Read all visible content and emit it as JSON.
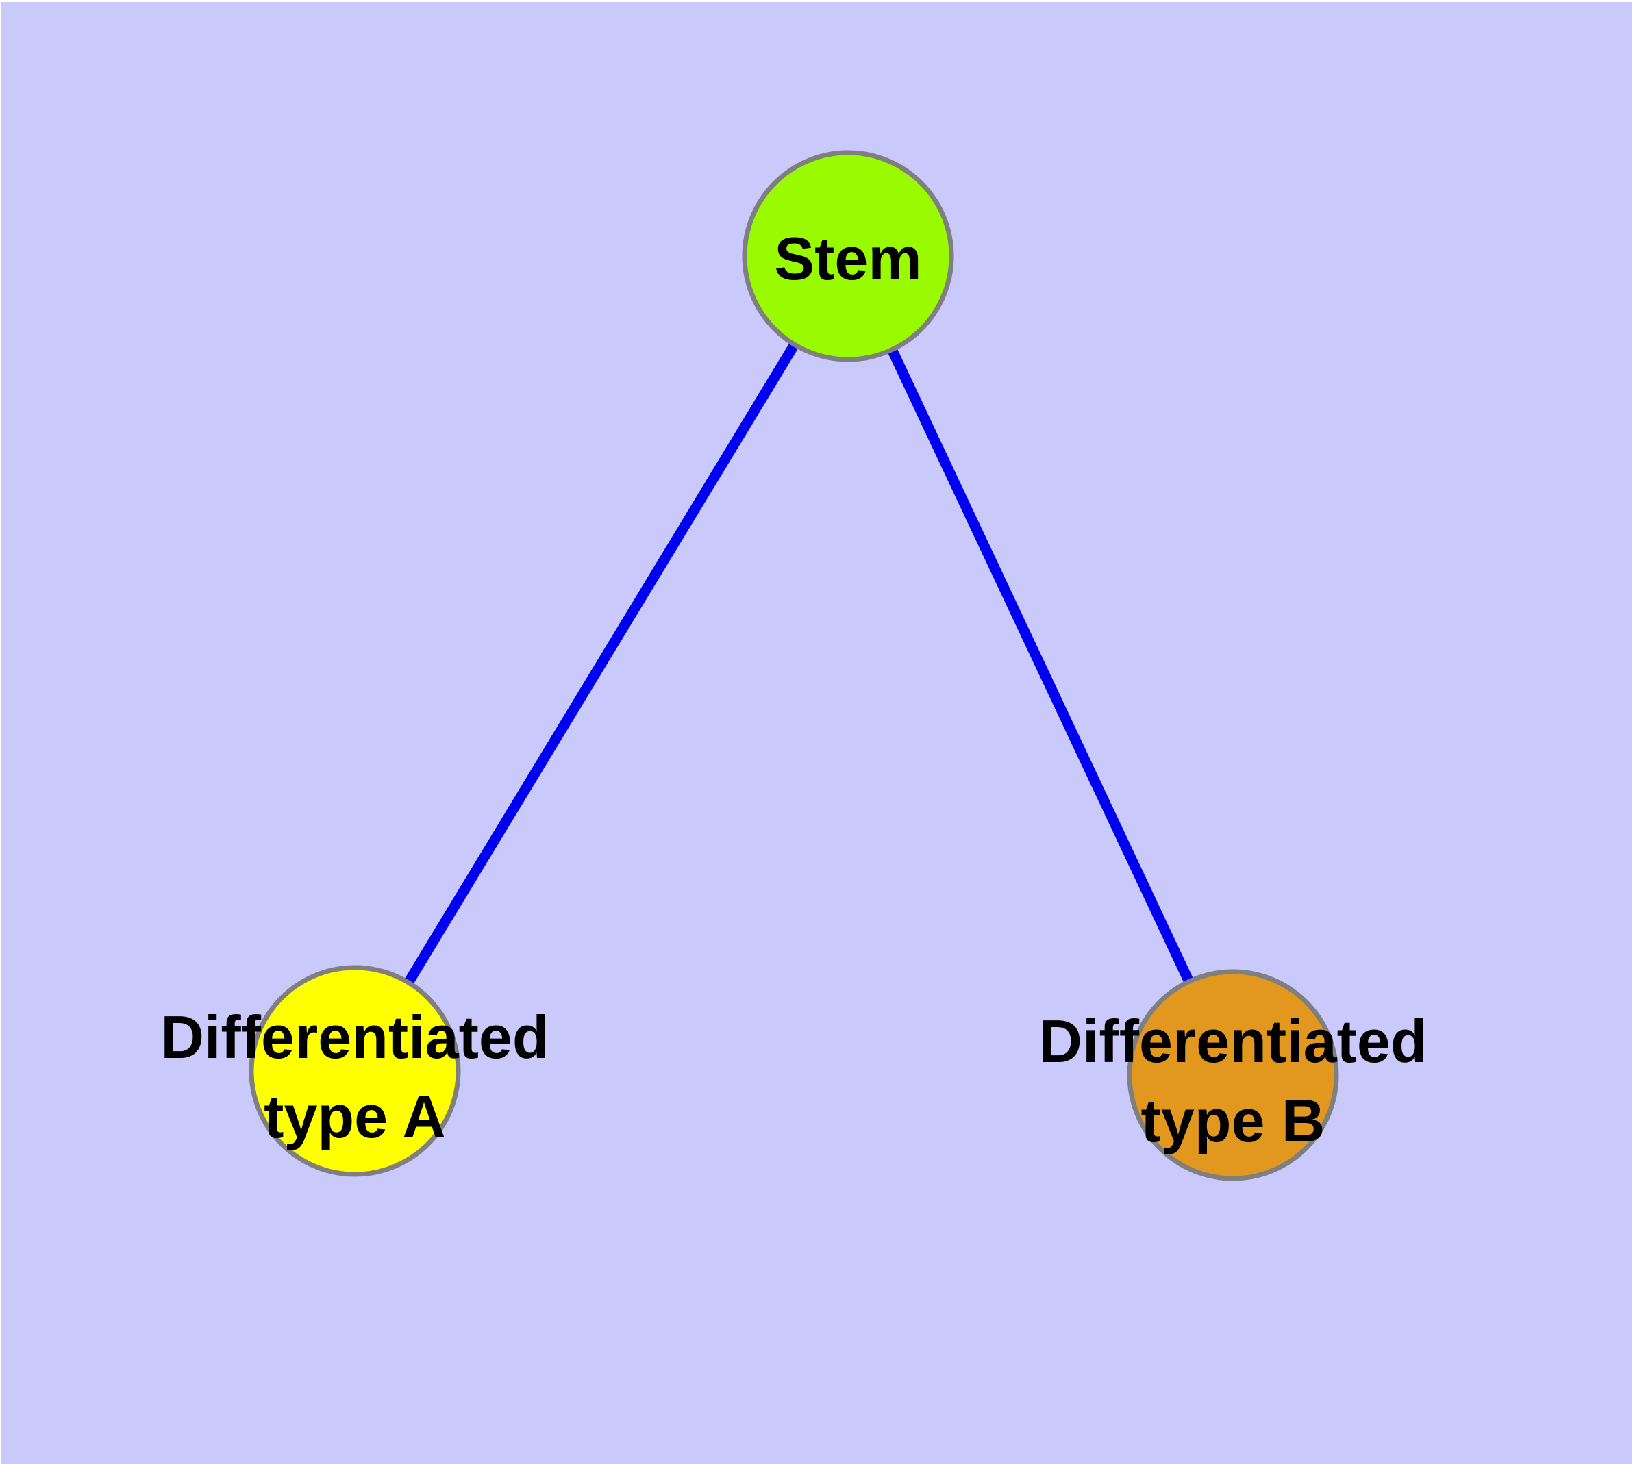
{
  "diagram": {
    "background_color": "#C9C9FB",
    "page_margin_color": "#FFFFFF",
    "edge_color": "#0000F0",
    "node_border_color": "#7F7F7F",
    "label_color": "#000000",
    "nodes": {
      "stem": {
        "label": "Stem",
        "fill": "#9AFB00"
      },
      "type_a": {
        "label_line1": "Differentiated",
        "label_line2": "type A",
        "fill": "#FFFF00"
      },
      "type_b": {
        "label_line1": "Differentiated",
        "label_line2": "type B",
        "fill": "#E2981E"
      }
    },
    "edges": [
      {
        "from": "Stem",
        "to": "Differentiated type A"
      },
      {
        "from": "Stem",
        "to": "Differentiated type B"
      }
    ]
  }
}
